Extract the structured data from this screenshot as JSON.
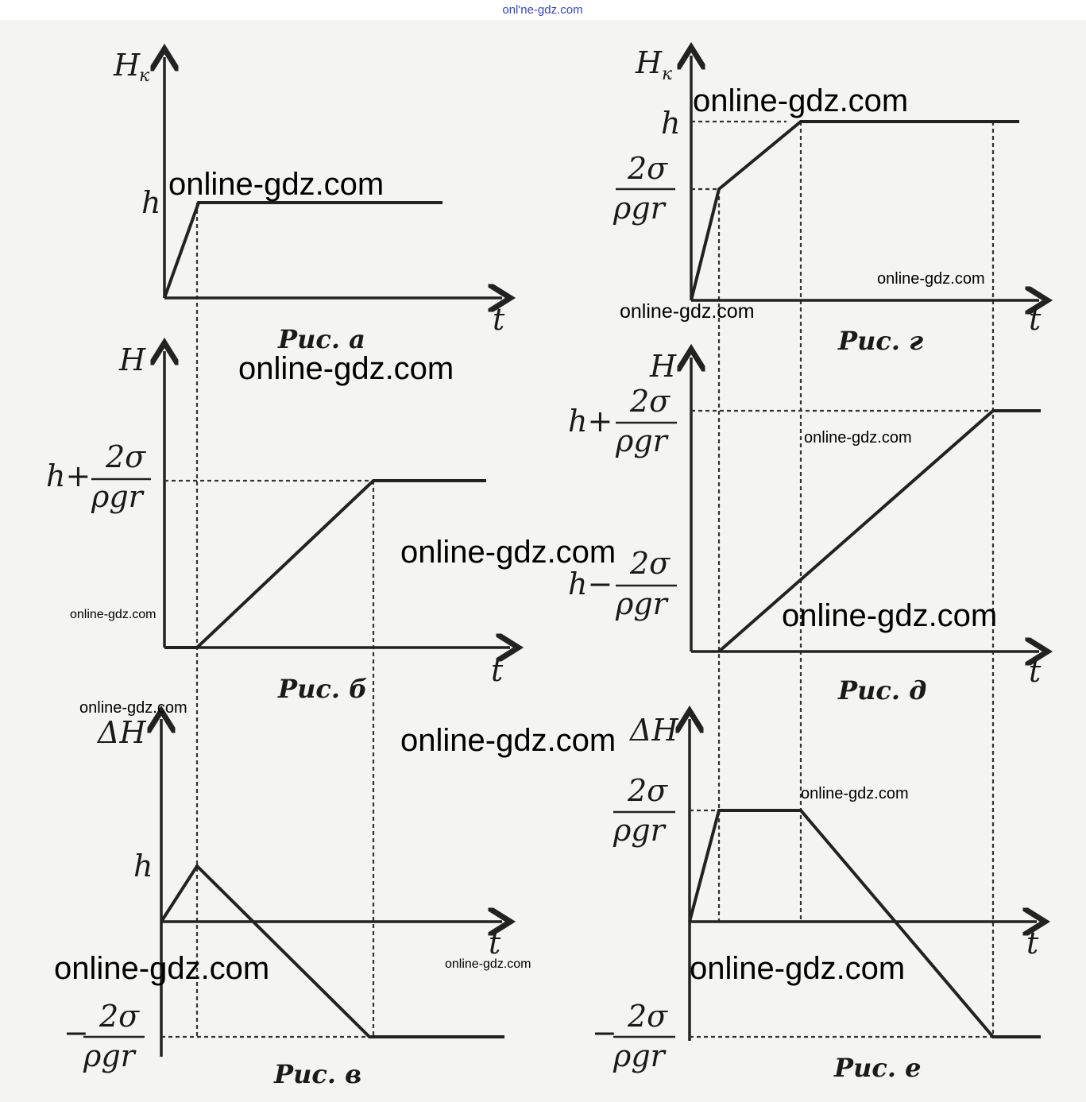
{
  "header": {
    "site": "onl'ne-gdz.com"
  },
  "labels": {
    "Hk": "H",
    "k_sub": "к",
    "H": "H",
    "dH": "ΔH",
    "h": "h",
    "t": "t",
    "two_sigma": "2σ",
    "rho_g_r": "ρgr",
    "h_plus": "h+",
    "h_minus": "h−",
    "minus": "−"
  },
  "figures": {
    "a": "Рис. а",
    "b": "Рис. б",
    "v": "Рис. в",
    "g": "Рис. г",
    "d": "Рис. д",
    "e": "Рис. е"
  },
  "watermark": "online-gdz.com"
}
